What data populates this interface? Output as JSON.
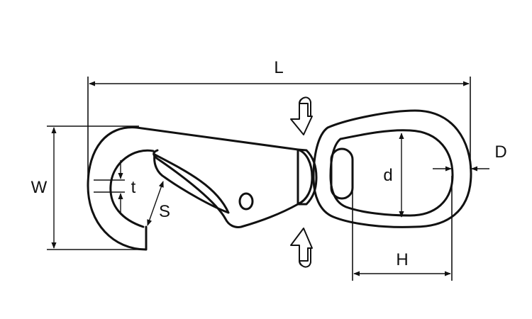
{
  "labels": {
    "length": "L",
    "width": "W",
    "thickness": "t",
    "opening": "S",
    "inner_diameter": "d",
    "eye_height": "H",
    "wire_diameter": "D"
  }
}
